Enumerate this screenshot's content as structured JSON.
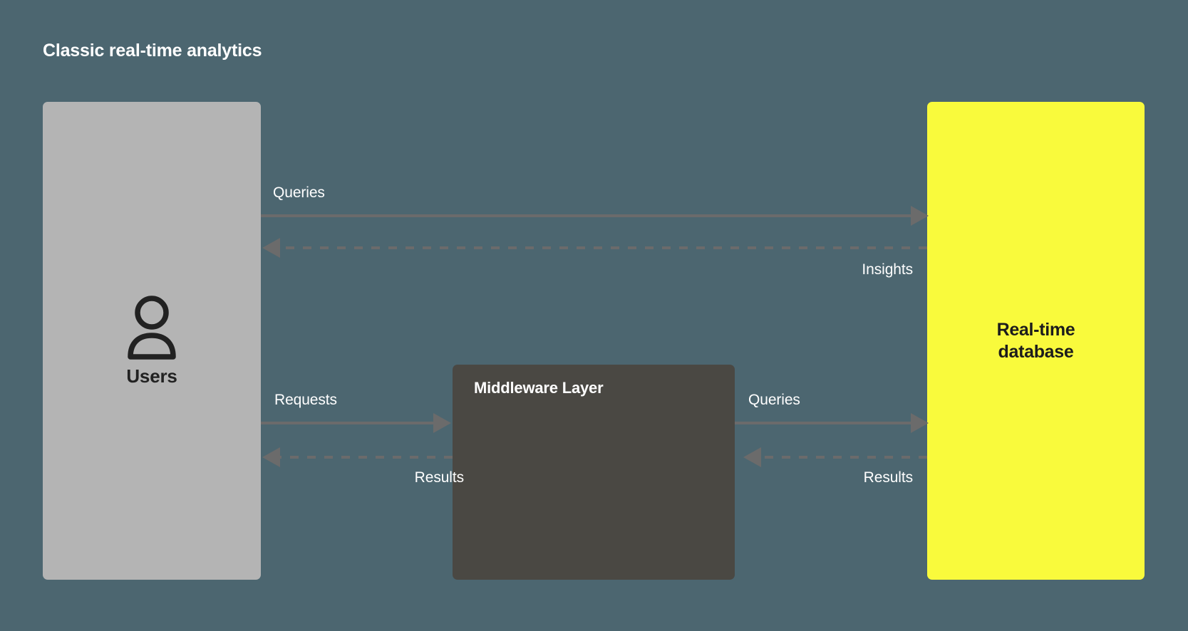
{
  "title": "Classic real-time analytics",
  "colors": {
    "background": "#4c6670",
    "users_box": "#b4b4b4",
    "middleware_box": "#4a4843",
    "database_box": "#f9fa3c",
    "arrow": "#6b6b6b",
    "label_text": "#ffffff"
  },
  "nodes": {
    "users": {
      "label": "Users",
      "icon": "person-icon"
    },
    "middleware": {
      "label": "Middleware Layer"
    },
    "database": {
      "label_line1": "Real-time",
      "label_line2": "database"
    }
  },
  "edges": {
    "queries_top": {
      "label": "Queries",
      "style": "solid",
      "direction": "right"
    },
    "insights": {
      "label": "Insights",
      "style": "dashed",
      "direction": "left"
    },
    "requests": {
      "label": "Requests",
      "style": "solid",
      "direction": "right"
    },
    "results_left": {
      "label": "Results",
      "style": "dashed",
      "direction": "left"
    },
    "queries_mid": {
      "label": "Queries",
      "style": "solid",
      "direction": "right"
    },
    "results_right": {
      "label": "Results",
      "style": "dashed",
      "direction": "left"
    }
  }
}
